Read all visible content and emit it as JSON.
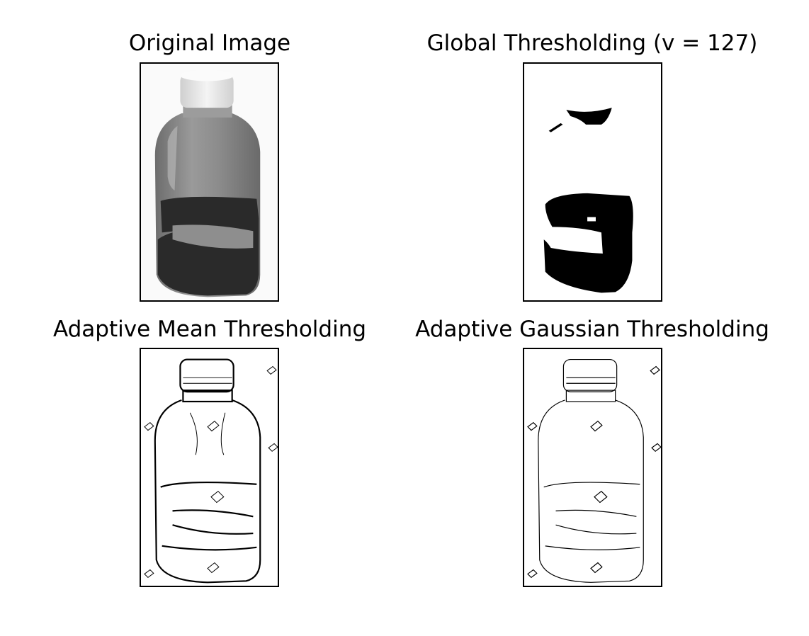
{
  "figure": {
    "panels": [
      {
        "title": "Original Image",
        "content": "grayscale-photo"
      },
      {
        "title": "Global Thresholding (v = 127)",
        "content": "binary-global"
      },
      {
        "title": "Adaptive Mean Thresholding",
        "content": "edges-mean"
      },
      {
        "title": "Adaptive Gaussian Thresholding",
        "content": "edges-gaussian"
      }
    ],
    "colors": {
      "background": "#ffffff",
      "frame": "#000000",
      "liquid": "#1c1c1c",
      "glass": "#8a8a8a",
      "cap": "#e6e6e6"
    }
  }
}
